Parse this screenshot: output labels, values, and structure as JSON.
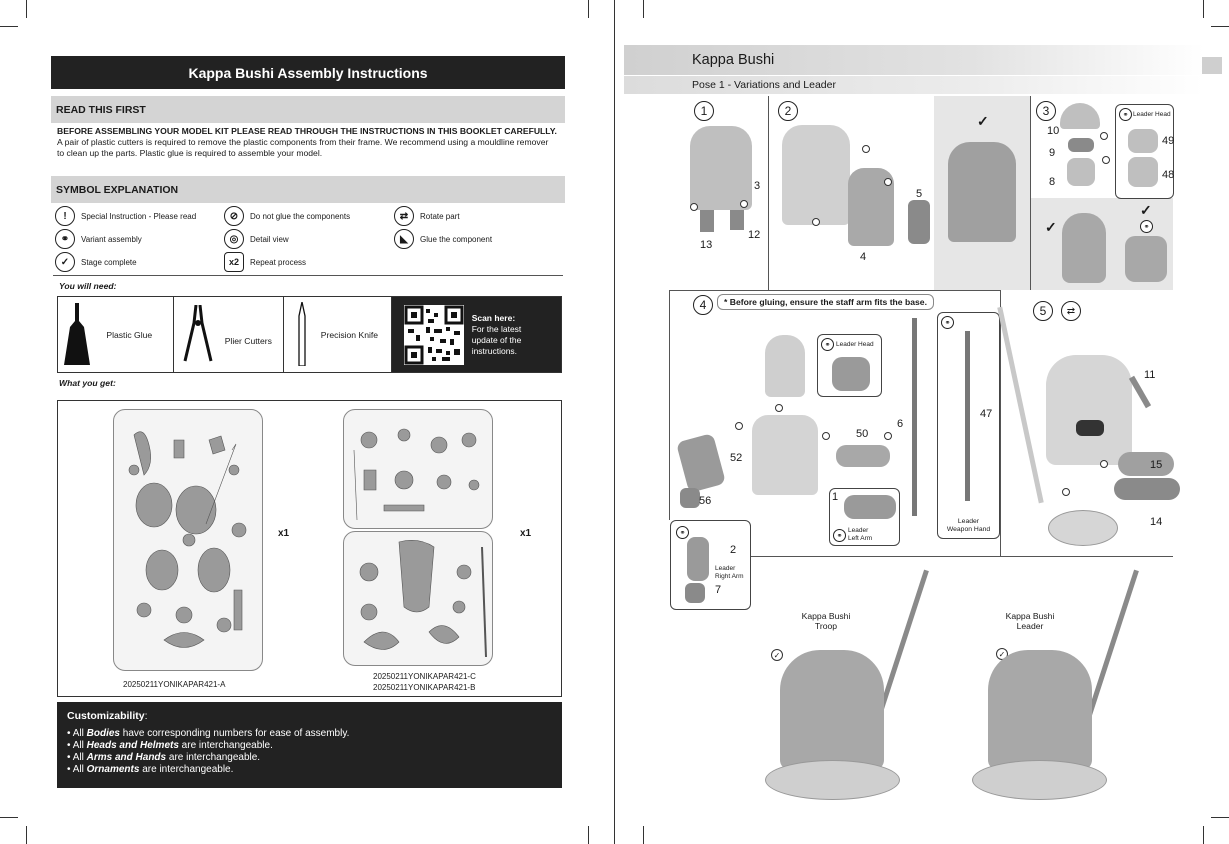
{
  "left_page": {
    "title": "Kappa Bushi Assembly Instructions",
    "read_first": {
      "heading": "READ THIS FIRST",
      "bold_text": "BEFORE ASSEMBLING YOUR MODEL KIT PLEASE READ THROUGH THE INSTRUCTIONS IN THIS BOOKLET CAREFULLY.",
      "body_text": "A pair of plastic cutters is required to remove the plastic components from their frame.  We recommend using a mouldline remover to clean up the parts. Plastic glue is required to assemble your model."
    },
    "symbols": {
      "heading": "SYMBOL EXPLANATION",
      "items": [
        {
          "icon": "exclamation-icon",
          "glyph": "!",
          "label": "Special Instruction - Please read"
        },
        {
          "icon": "no-glue-icon",
          "glyph": "⊘",
          "label": "Do not glue the components"
        },
        {
          "icon": "rotate-icon",
          "glyph": "⇄",
          "label": "Rotate part"
        },
        {
          "icon": "variant-icon",
          "glyph": "⚭",
          "label": "Variant assembly"
        },
        {
          "icon": "detail-view-icon",
          "glyph": "◎",
          "label": "Detail view"
        },
        {
          "icon": "glue-icon",
          "glyph": "◣",
          "label": "Glue the component"
        },
        {
          "icon": "check-icon",
          "glyph": "✓",
          "label": "Stage complete"
        },
        {
          "icon": "repeat-icon",
          "glyph": "x2",
          "label": "Repeat process"
        }
      ]
    },
    "you_will_need": "You will need:",
    "tools": [
      {
        "icon": "glue-bottle-icon",
        "label": "Plastic Glue"
      },
      {
        "icon": "plier-cutters-icon",
        "label": "Plier Cutters"
      },
      {
        "icon": "precision-knife-icon",
        "label": "Precision Knife"
      }
    ],
    "scan": {
      "title": "Scan here:",
      "lines": [
        "For the latest",
        "update of the",
        "instructions."
      ]
    },
    "what_you_get": "What you get:",
    "sprues": {
      "a_code": "20250211YONIKAPAR421-A",
      "a_qty": "x1",
      "c_code": "20250211YONIKAPAR421-C",
      "b_code": "20250211YONIKAPAR421-B",
      "cb_qty": "x1"
    },
    "customizability": {
      "title": "Customizability",
      "colon": ":",
      "items": [
        {
          "pre": "All ",
          "bold": "Bodies",
          "post": " have corresponding numbers for ease of assembly."
        },
        {
          "pre": "All ",
          "bold": "Heads and Helmets",
          "post": " are interchangeable."
        },
        {
          "pre": "All ",
          "bold": "Arms and Hands",
          "post": " are interchangeable."
        },
        {
          "pre": "All ",
          "bold": "Ornaments",
          "post": " are interchangeable."
        }
      ]
    }
  },
  "right_page": {
    "title": "Kappa Bushi",
    "subtitle": "Pose 1 - Variations and Leader",
    "steps": {
      "s1": {
        "num": "1",
        "parts": [
          "3",
          "13",
          "12"
        ]
      },
      "s2": {
        "num": "2",
        "parts": [
          "5",
          "4"
        ]
      },
      "s3": {
        "num": "3",
        "parts": [
          "10",
          "9",
          "8",
          "49",
          "48"
        ],
        "leader_head": "Leader Head"
      },
      "s4": {
        "num": "4",
        "note": "* Before gluing, ensure the staff arm fits the base.",
        "parts": [
          "6",
          "50",
          "52",
          "56",
          "47",
          "1",
          "2",
          "7"
        ],
        "leader_head": "Leader Head",
        "leader_left_arm": [
          "Leader",
          "Left Arm"
        ],
        "leader_weapon_hand": [
          "Leader",
          "Weapon Hand"
        ],
        "leader_right_arm": [
          "Leader",
          "Right Arm"
        ]
      },
      "s5": {
        "num": "5",
        "parts": [
          "11",
          "15",
          "14"
        ]
      }
    },
    "final": {
      "troop": [
        "Kappa Bushi",
        "Troop"
      ],
      "leader": [
        "Kappa Bushi",
        "Leader"
      ]
    }
  }
}
